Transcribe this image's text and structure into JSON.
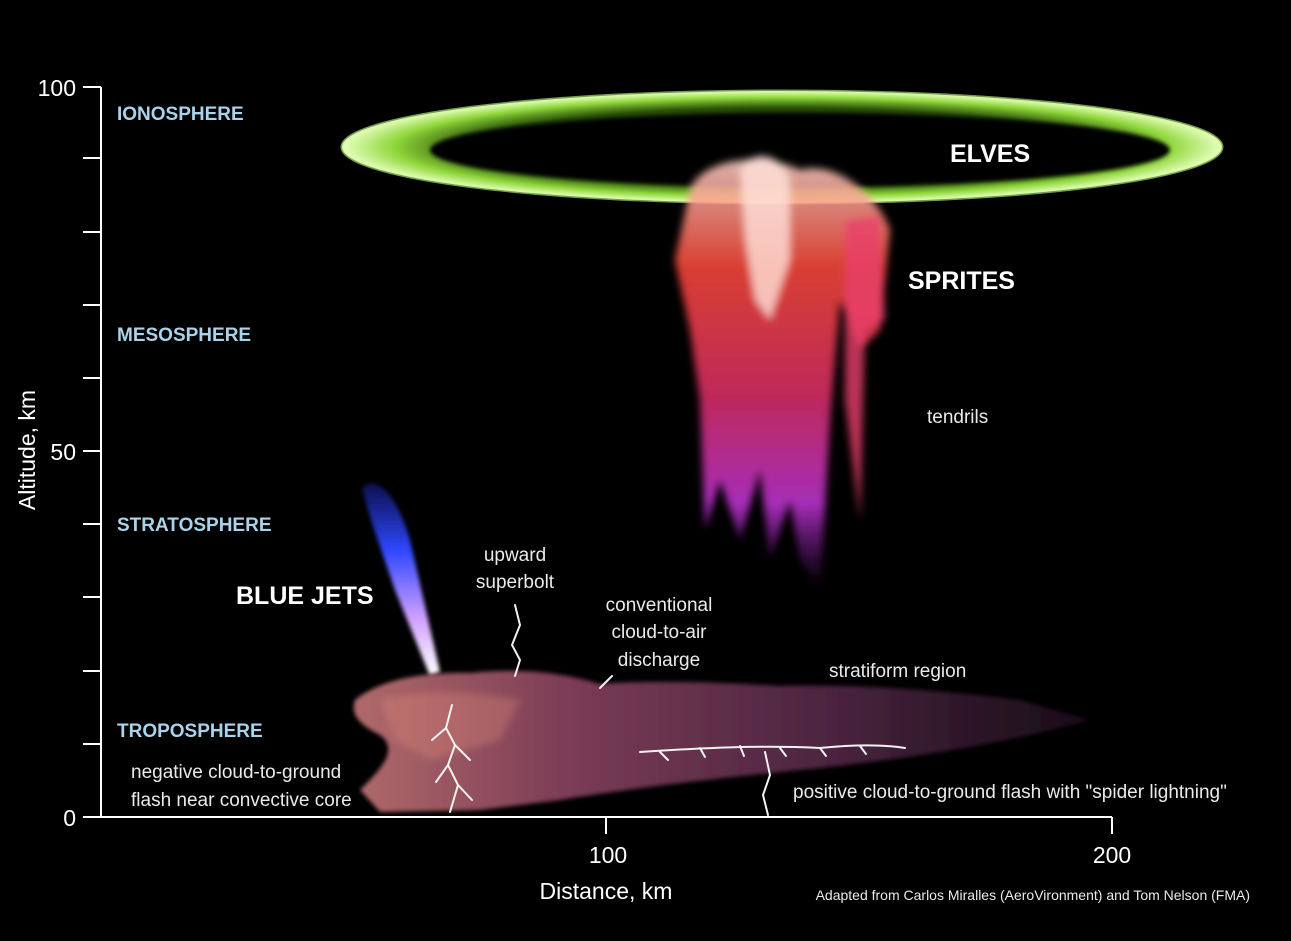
{
  "axes": {
    "y_label": "Altitude, km",
    "x_label": "Distance, km",
    "y_ticks": [
      "100",
      "50",
      "0"
    ],
    "x_ticks": [
      "100",
      "200"
    ]
  },
  "layers": {
    "ionosphere": "IONOSPHERE",
    "mesosphere": "MESOSPHERE",
    "stratosphere": "STRATOSPHERE",
    "troposphere": "TROPOSPHERE"
  },
  "phenomena": {
    "elves": "ELVES",
    "sprites": "SPRITES",
    "tendrils": "tendrils",
    "blue_jets": "BLUE JETS",
    "upward_superbolt_1": "upward",
    "upward_superbolt_2": "superbolt",
    "conventional_1": "conventional",
    "conventional_2": "cloud-to-air",
    "conventional_3": "discharge",
    "stratiform": "stratiform region",
    "negative_cg_1": "negative cloud-to-ground",
    "negative_cg_2": "flash near convective core",
    "positive_cg": "positive cloud-to-ground flash with \"spider lightning\""
  },
  "credit": "Adapted from Carlos Miralles (AeroVironment) and Tom Nelson (FMA)",
  "colors": {
    "background": "#000000",
    "layer_label": "#a9d3ea",
    "elves": "#9be43a",
    "sprites": "#ff4a3a",
    "tendrils": "#d23ad8",
    "blue_jet": "#2f48ff"
  }
}
